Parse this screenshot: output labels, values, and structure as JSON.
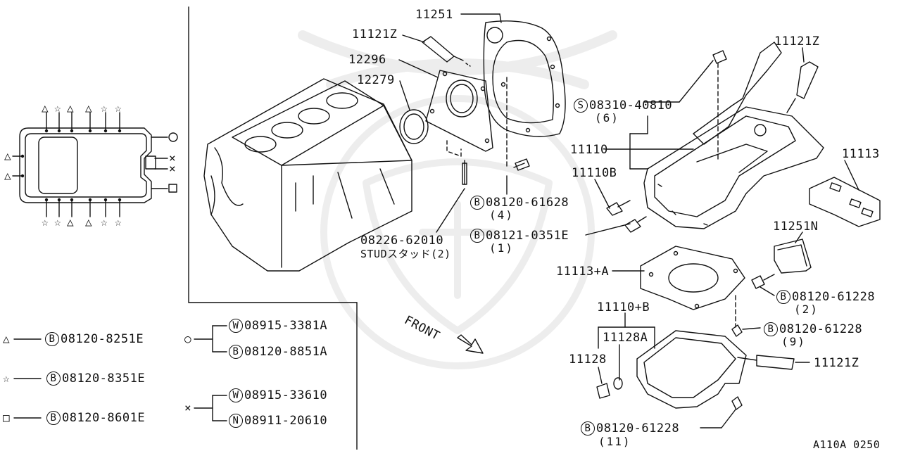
{
  "diagram": {
    "page_code": "A110A 0250",
    "front_label": "FRONT",
    "parts": {
      "p11251": "11251",
      "p11121z_top": "11121Z",
      "p12296": "12296",
      "p12279": "12279",
      "p11121z_right": "11121Z",
      "s08310": {
        "prefix": "S",
        "number": "08310-40810",
        "qty": "(6)"
      },
      "p11110": "11110",
      "p11110b": "11110B",
      "p11113": "11113",
      "b08120_61628": {
        "prefix": "B",
        "number": "08120-61628",
        "qty": "(4)"
      },
      "stud": {
        "number": "08226-62010",
        "desc": "STUDスタッド(2)"
      },
      "b08121": {
        "prefix": "B",
        "number": "08121-0351E",
        "qty": "(1)"
      },
      "p11251n": "11251N",
      "p11113a": "11113+A",
      "b08120_61228_a": {
        "prefix": "B",
        "number": "08120-61228",
        "qty": "(2)"
      },
      "p11110b_plus": "11110+B",
      "b08120_61228_b": {
        "prefix": "B",
        "number": "08120-61228",
        "qty": "(9)"
      },
      "p11128a": "11128A",
      "p11128": "11128",
      "p11121z_bottom": "11121Z",
      "b08120_61228_c": {
        "prefix": "B",
        "number": "08120-61228",
        "qty": "(11)"
      }
    },
    "legend": {
      "triangle": {
        "symbol": "△",
        "prefix": "B",
        "number": "08120-8251E"
      },
      "star": {
        "symbol": "☆",
        "prefix": "B",
        "number": "08120-8351E"
      },
      "square": {
        "symbol": "□",
        "prefix": "B",
        "number": "08120-8601E"
      },
      "circle": {
        "symbol": "○",
        "items": [
          {
            "prefix": "W",
            "number": "08915-3381A"
          },
          {
            "prefix": "B",
            "number": "08120-8851A"
          }
        ]
      },
      "cross": {
        "symbol": "×",
        "items": [
          {
            "prefix": "W",
            "number": "08915-33610"
          },
          {
            "prefix": "N",
            "number": "08911-20610"
          }
        ]
      }
    },
    "pan_marks": {
      "top_row": [
        "△",
        "☆",
        "△",
        "△",
        "☆",
        "☆"
      ],
      "bottom_row": [
        "☆",
        "☆",
        "△",
        "△",
        "☆",
        "☆"
      ],
      "left": [
        "△",
        "△"
      ],
      "right": [
        "○",
        "×",
        "×",
        "□"
      ]
    }
  }
}
